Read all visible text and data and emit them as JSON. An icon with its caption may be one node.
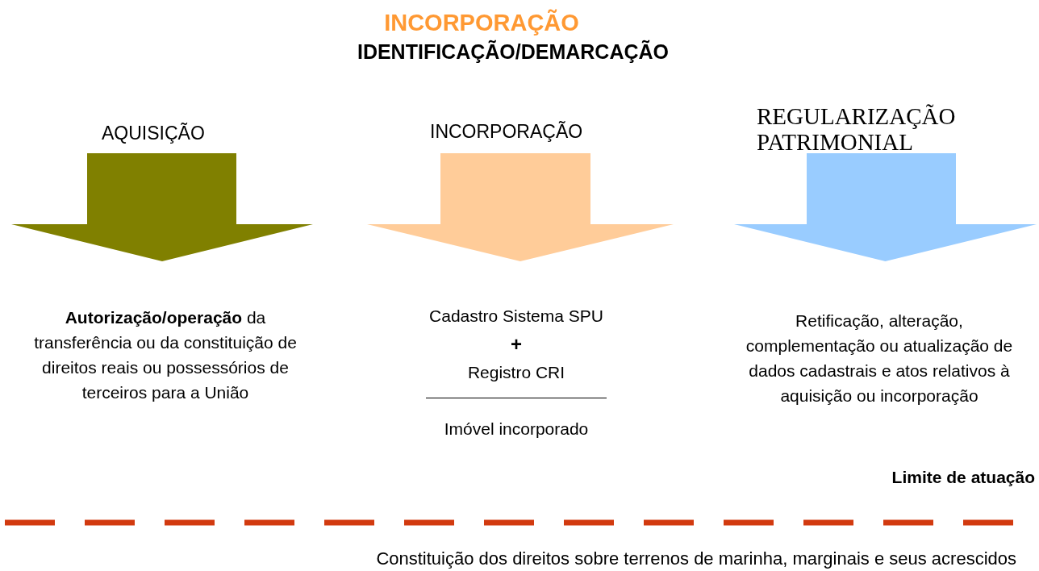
{
  "diagram": {
    "title": "INCORPORAÇÃO",
    "nodes": [
      {
        "text": [
          "AQUISIÇÃO"
        ],
        "beside": [
          "**Autorização/operação** da transferência ou da constituição de direitos reais ou possessórios de terceiros para a União"
        ]
      },
      {
        "text": [
          "INCORPORAÇÃO"
        ],
        "beside": [
          "Cadastro Sistema SPU",
          "+",
          "Registro CRI",
          "Imóvel incorporado"
        ]
      },
      {
        "text": [
          "REGULARIZAÇÃO PATRIMONIAL"
        ],
        "beside": [
          "Retificação, alteração, complementação ou atualização de dados cadastrais e atos relativos à aquisição ou incorporação"
        ]
      }
    ],
    "labels": [
      "IDENTIFICAÇÃO/DEMARCAÇÃO",
      "Limite de atuação",
      "Constituição dos direitos sobre terrenos de marinha, marginais e seus acrescidos"
    ]
  }
}
